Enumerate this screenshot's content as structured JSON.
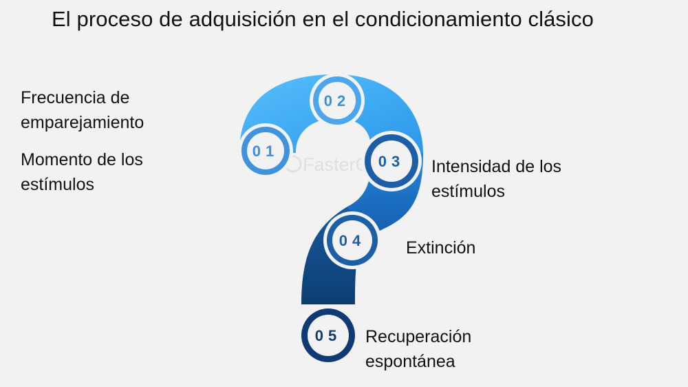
{
  "title": "El proceso de adquisición en el condicionamiento clásico",
  "watermark": "FasterCapital",
  "labels": {
    "l1a": "Frecuencia de",
    "l1b": "emparejamiento",
    "l2a": "Momento de los",
    "l2b": "estímulos",
    "l3a": "Intensidad de los",
    "l3b": "estímulos",
    "l4": "Extinción",
    "l5a": "Recuperación",
    "l5b": "espontánea"
  },
  "steps": [
    {
      "number": "01",
      "color": "#3d8fdb"
    },
    {
      "number": "02",
      "color": "#3d8fdb"
    },
    {
      "number": "03",
      "color": "#1c5ea8"
    },
    {
      "number": "04",
      "color": "#1c5ea8"
    },
    {
      "number": "05",
      "color": "#0f3a73"
    }
  ],
  "colors": {
    "band_light": "#44b2f6",
    "band_mid": "#1f7fd6",
    "band_dark": "#0d4c8c",
    "band_darkest": "#0b3767",
    "background": "#f2f2f2"
  }
}
